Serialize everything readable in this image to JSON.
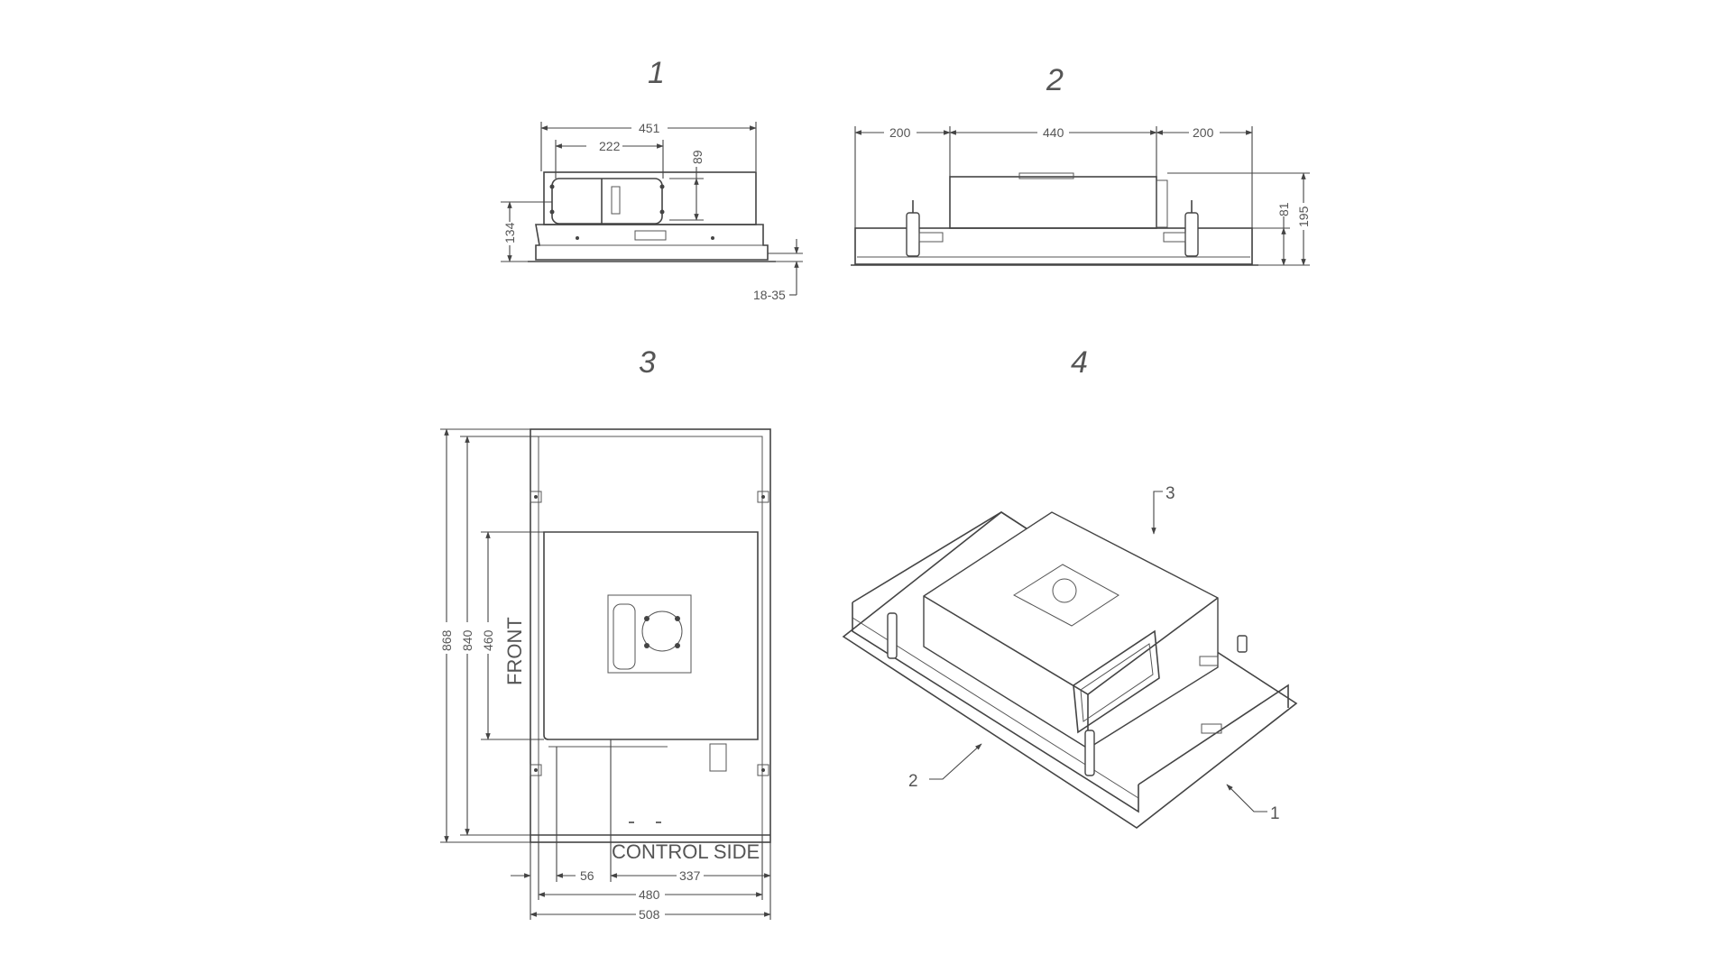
{
  "drawing": {
    "views": [
      {
        "id": "1",
        "label": "1",
        "kind": "end-view"
      },
      {
        "id": "2",
        "label": "2",
        "kind": "side-view"
      },
      {
        "id": "3",
        "label": "3",
        "kind": "top-view"
      },
      {
        "id": "4",
        "label": "4",
        "kind": "isometric-view"
      }
    ],
    "view1": {
      "dims": {
        "width_overall": "451",
        "width_inlet": "222",
        "height_inlet": "89",
        "height_body": "134",
        "flange_range": "18-35"
      }
    },
    "view2": {
      "dims": {
        "left_offset": "200",
        "center_length": "440",
        "right_offset": "200",
        "height_lower": "81",
        "height_overall": "195"
      }
    },
    "view3": {
      "labels": {
        "front": "FRONT",
        "control_side": "CONTROL SIDE"
      },
      "dims": {
        "length_overall": "868",
        "length_inner": "840",
        "length_box": "460",
        "offset_56": "56",
        "offset_337": "337",
        "width_inner": "480",
        "width_overall": "508"
      }
    },
    "view4": {
      "callouts": [
        "3",
        "2",
        "1"
      ]
    }
  }
}
